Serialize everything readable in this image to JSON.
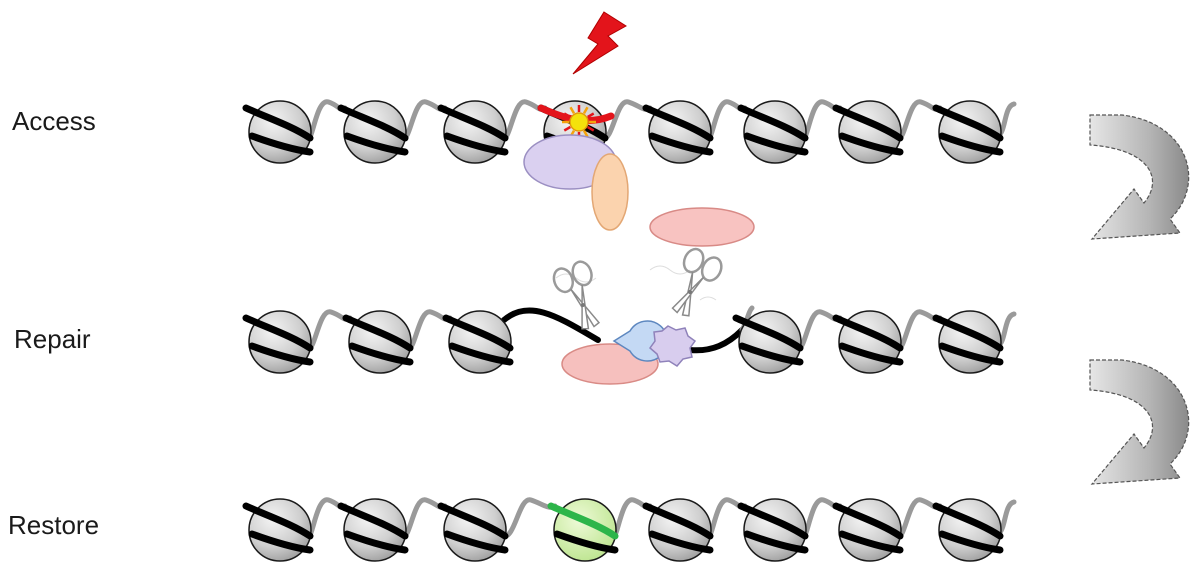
{
  "stages": [
    {
      "label": "Access"
    },
    {
      "label": "Repair"
    },
    {
      "label": "Restore"
    }
  ],
  "colors": {
    "nucleosome": "#c8c8c8",
    "linker_dna": "#9a9a9a",
    "wrapped_dna": "#000000",
    "damage_lightning": "#e3141b",
    "lesion_star": "#f4d20c",
    "protein_purple": "#d9ccef",
    "protein_orange": "#fbd0a6",
    "protein_pink": "#f7c1bf",
    "protein_blue": "#c5d8f2",
    "new_histone": "#d5f0a8",
    "new_dna": "#2db54a",
    "arrow": "#bdbdbd"
  },
  "icons": [
    "lightning-icon",
    "scissors-icon",
    "lesion-star-icon",
    "curved-arrow-icon"
  ]
}
